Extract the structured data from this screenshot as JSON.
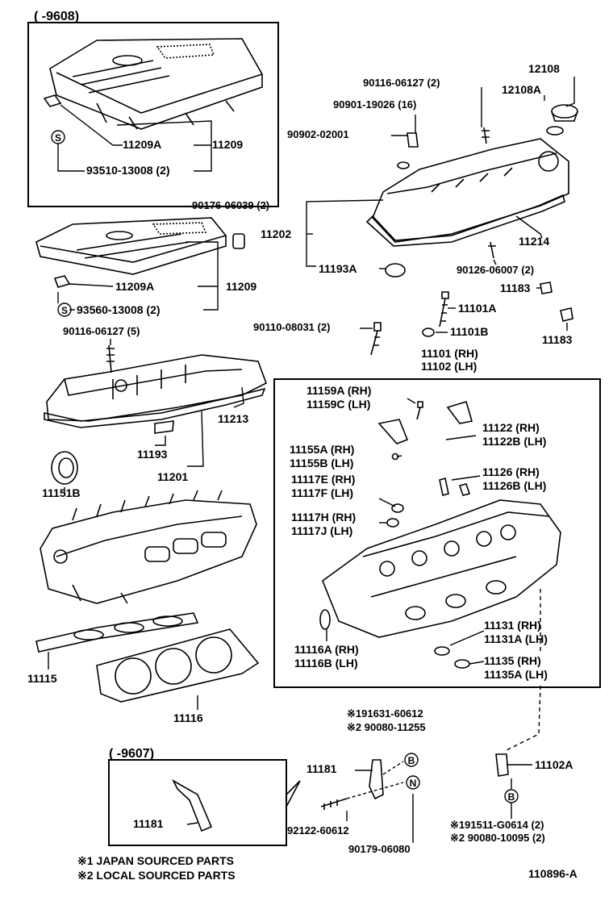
{
  "title_range_top": "(    -9608)",
  "title_range_bottom": "(    -9607)",
  "diagram_code": "110896-A",
  "legend": {
    "note1": "※1 JAPAN  SOURCED  PARTS",
    "note2": "※2 LOCAL  SOURCED  PARTS"
  },
  "callouts": {
    "p11209A_top": "11209A",
    "p11209_top": "11209",
    "p93510": "93510-13008 (2)",
    "p90176": "90176-06039 (2)",
    "p11209A_mid": "11209A",
    "p11209_mid": "11209",
    "p93560": "93560-13008 (2)",
    "p90116_5": "90116-06127 (5)",
    "p11213": "11213",
    "p11193": "11193",
    "p11201": "11201",
    "p11151B": "11151B",
    "p11115": "11115",
    "p11116": "11116",
    "p12108": "12108",
    "p12108A": "12108A",
    "p90116_2": "90116-06127 (2)",
    "p90901": "90901-19026 (16)",
    "p90902": "90902-02001",
    "p11202": "11202",
    "p11214": "11214",
    "p11193A": "11193A",
    "p90126": "90126-06007 (2)",
    "p11183_a": "11183",
    "p11101A": "11101A",
    "p11183_b": "11183",
    "p90110": "90110-08031 (2)",
    "p11101B": "11101B",
    "p11101": "11101 (RH)",
    "p11102": "11102 (LH)",
    "p11159A": "11159A (RH)",
    "p11159C": "11159C (LH)",
    "p11122": "11122  (RH)",
    "p11122B": "11122B (LH)",
    "p11155A": "11155A (RH)",
    "p11155B": "11155B (LH)",
    "p11126": "11126  (RH)",
    "p11126B": "11126B (LH)",
    "p11117E": "11117E (RH)",
    "p11117F": "11117F (LH)",
    "p11117H": "11117H (RH)",
    "p11117J": "11117J (LH)",
    "p11131": "11131  (RH)",
    "p11131A": "11131A (LH)",
    "p11116A": "11116A (RH)",
    "p11116B": "11116B (LH)",
    "p11135": "11135  (RH)",
    "p11135A": "11135A (LH)",
    "p191631": "※191631-60612",
    "p290080_a": "※2 90080-11255",
    "p11181": "11181",
    "p11102A": "11102A",
    "p92122": "92122-60612",
    "p90179": "90179-06080",
    "p191511": "※191511-G0614 (2)",
    "p290080_b": "※2 90080-10095 (2)",
    "p11181_inset": "11181"
  },
  "markers": {
    "s": "S",
    "b": "B",
    "n": "N"
  }
}
